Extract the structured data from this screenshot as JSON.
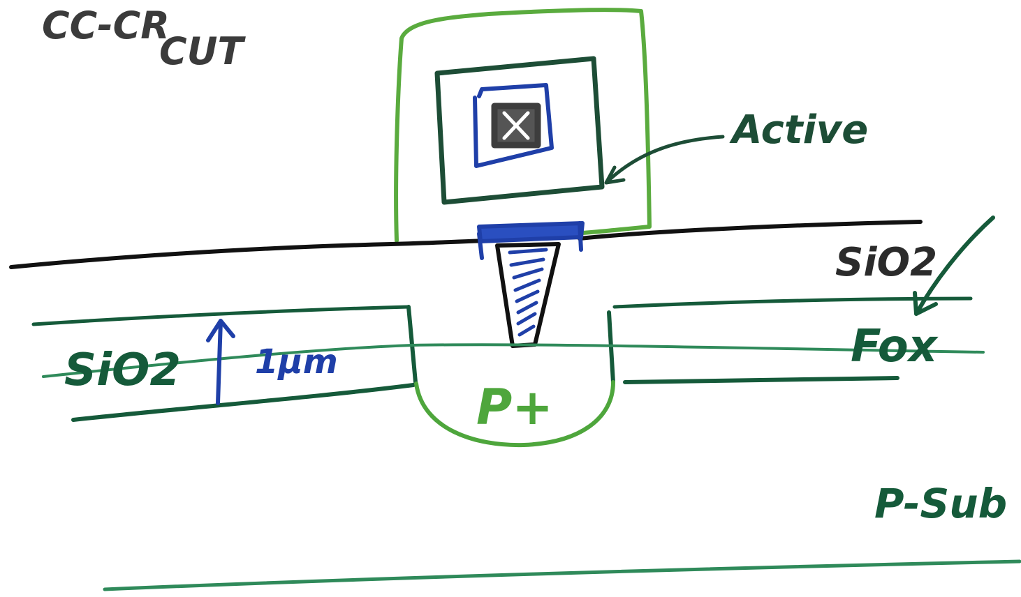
{
  "diagram": {
    "title_line1": "CC-CR",
    "title_line2": "CUT",
    "labels": {
      "active": "Active",
      "sio2_top": "SiO2",
      "fox": "Fox",
      "sio2_left": "SiO2",
      "thickness": "1μm",
      "p_plus": "P+",
      "p_sub": "P-Sub"
    },
    "colors": {
      "dark_green": "#155a3a",
      "light_green": "#5aab3e",
      "blue": "#1f3fa8",
      "gray": "#3b3b3b",
      "black": "#111111",
      "background": "#ffffff"
    }
  }
}
